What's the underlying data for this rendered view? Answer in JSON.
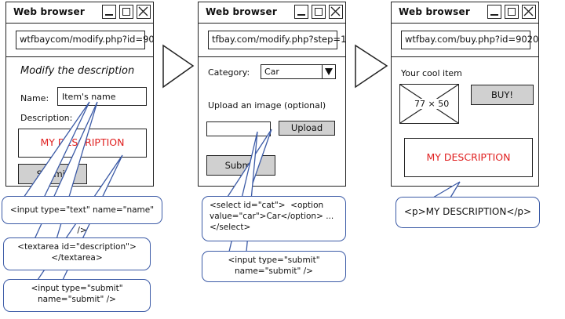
{
  "windows": {
    "w1": {
      "title": "Web browser",
      "address": "wtfbaycom/modify.php?id=90",
      "heading": "Modify the description",
      "name_label": "Name:",
      "name_value": "Item's name",
      "description_label": "Description:",
      "description_value": "MY DESCRIPTION",
      "submit_label": "Submit"
    },
    "w2": {
      "title": "Web browser",
      "address": "tfbay.com/modify.php?step=1",
      "category_label": "Category:",
      "category_value": "Car",
      "upload_label": "Upload an image (optional)",
      "upload_button": "Upload",
      "submit_label": "Submit"
    },
    "w3": {
      "title": "Web browser",
      "address": "wtfbay.com/buy.php?id=9020",
      "item_title": "Your cool item",
      "image_placeholder": "77 × 50",
      "buy_label": "BUY!",
      "description_value": "MY DESCRIPTION"
    }
  },
  "callouts": {
    "c1": "<input type=\"text\" name=\"name\" />",
    "c2_line1": "<textarea id=\"description\">",
    "c2_line2": "</textarea>",
    "c3_line1": "<input type=\"submit\"",
    "c3_line2": "name=\"submit\" />",
    "c4_line1": "<select id=\"cat\">  <option",
    "c4_line2": "value=\"car\">Car</option> ...",
    "c4_line3": "</select>",
    "c5_line1": "<input type=\"submit\"",
    "c5_line2": "name=\"submit\" />",
    "c6": "<p>MY DESCRIPTION</p>"
  },
  "colors": {
    "red_text": "#e02020",
    "callout_border": "#3b5aa6",
    "button_gray": "#d0d0d0"
  }
}
